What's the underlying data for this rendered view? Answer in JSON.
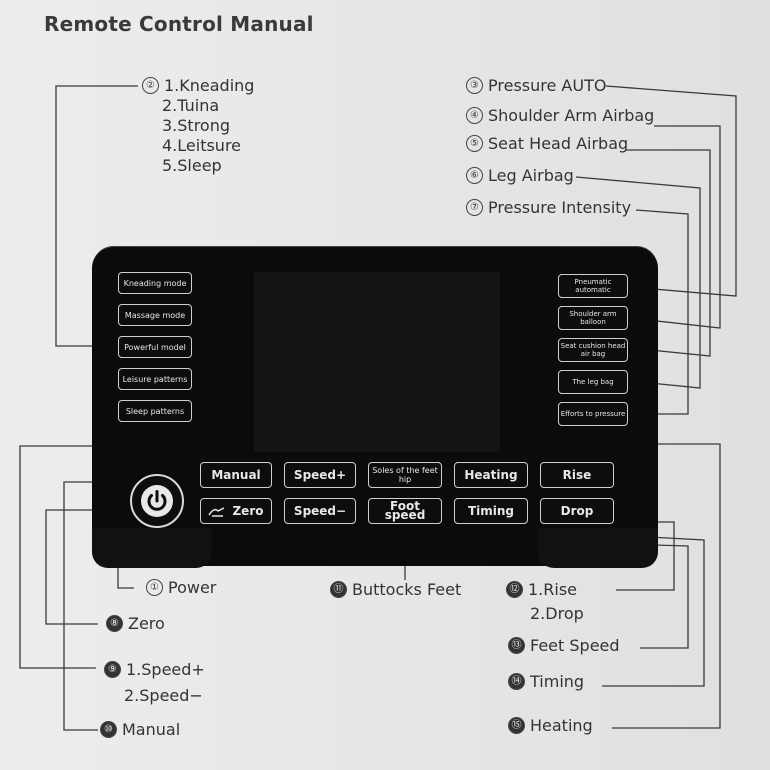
{
  "title": "Remote Control Manual",
  "callouts": {
    "mode": {
      "num": "②",
      "lines": [
        "1.Kneading",
        "2.Tuina",
        "3.Strong",
        "4.Leitsure",
        "5.Sleep"
      ]
    },
    "pressure_auto": {
      "num": "③",
      "text": "Pressure AUTO"
    },
    "shoulder_arm": {
      "num": "④",
      "text": "Shoulder Arm Airbag"
    },
    "seat_head": {
      "num": "⑤",
      "text": "Seat Head Airbag"
    },
    "leg_airbag": {
      "num": "⑥",
      "text": "Leg Airbag"
    },
    "pressure_intensity": {
      "num": "⑦",
      "text": "Pressure Intensity"
    },
    "power": {
      "num": "①",
      "text": "Power"
    },
    "buttocks_feet": {
      "num": "⑪",
      "text": "Buttocks Feet"
    },
    "rise_drop": {
      "num": "⑫",
      "lines": [
        "1.Rise",
        "2.Drop"
      ]
    },
    "zero": {
      "num": "⑧",
      "text": "Zero"
    },
    "feet_speed": {
      "num": "⑬",
      "text": "Feet Speed"
    },
    "speed": {
      "num": "⑨",
      "lines": [
        "1.Speed+",
        "2.Speed−"
      ]
    },
    "timing": {
      "num": "⑭",
      "text": "Timing"
    },
    "manual": {
      "num": "⑩",
      "text": "Manual"
    },
    "heating": {
      "num": "⑮",
      "text": "Heating"
    }
  },
  "remote": {
    "left_keys": [
      "Kneading mode",
      "Massage mode",
      "Powerful model",
      "Leisure patterns",
      "Sleep patterns"
    ],
    "right_keys": [
      "Pneumatic automatic",
      "Shoulder arm balloon",
      "Seat cushion head air bag",
      "The leg bag",
      "Efforts to pressure"
    ],
    "row1": [
      "Manual",
      "Speed+",
      "Soles of the feet hip",
      "Heating",
      "Rise"
    ],
    "row2": [
      "Zero",
      "Speed−",
      "Foot speed",
      "Timing",
      "Drop"
    ]
  }
}
